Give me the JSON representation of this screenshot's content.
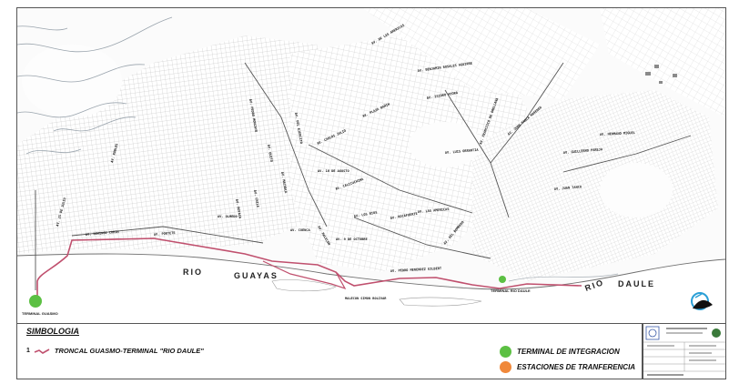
{
  "map": {
    "rivers": {
      "guayas_1": "RIO",
      "guayas_2": "GUAYAS",
      "daule_1": "RIO",
      "daule_2": "DAULE"
    },
    "terminals": {
      "left": "TERMINAL GUASMO",
      "right": "TERMINAL RIO DAULE"
    },
    "route_color": "#c0506e",
    "terminal_color": "#5cc043"
  },
  "legend": {
    "title": "SIMBOLOGIA",
    "route_number": "1",
    "route_label": "TRONCAL GUASMO-TERMINAL \"RIO DAULE\"",
    "terminal_label": "TERMINAL DE INTEGRACION",
    "transfer_label": "ESTACIONES DE TRANFERENCIA",
    "terminal_color": "#5cc043",
    "transfer_color": "#f0883a"
  }
}
